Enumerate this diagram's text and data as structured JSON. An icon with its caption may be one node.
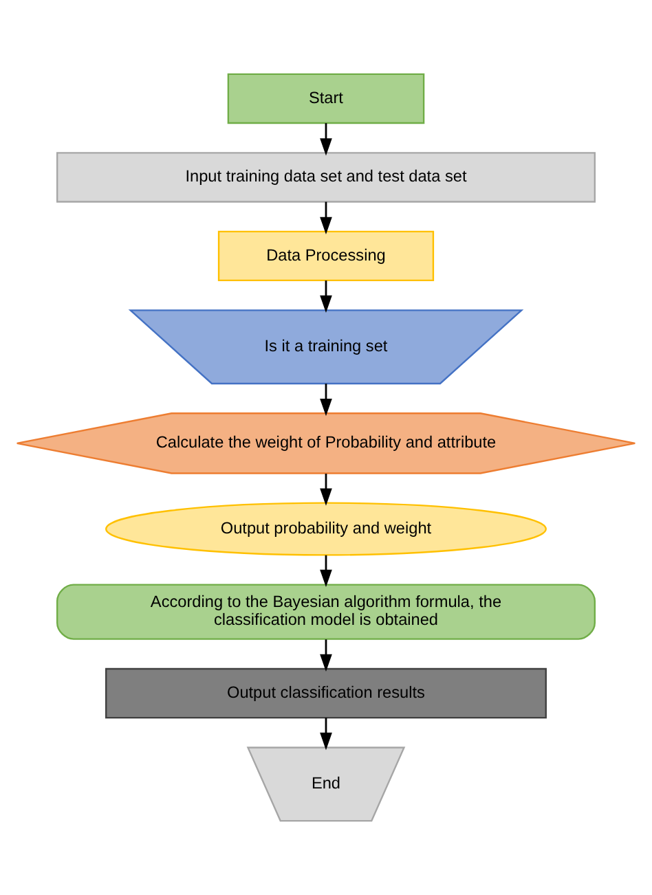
{
  "diagram": {
    "nodes": [
      {
        "text": [
          "Start"
        ]
      },
      {
        "text": [
          "Input training data set and test data set"
        ]
      },
      {
        "text": [
          "Data Processing"
        ]
      },
      {
        "text": [
          "Is it a training set"
        ]
      },
      {
        "text": [
          "Calculate the weight of Probability and attribute"
        ]
      },
      {
        "text": [
          "Output probability and weight"
        ]
      },
      {
        "text": [
          "According to the Bayesian algorithm formula, the classification model is obtained"
        ]
      },
      {
        "text": [
          "Output classification results"
        ]
      },
      {
        "text": [
          "End"
        ]
      }
    ],
    "edges": [
      {
        "from": 0,
        "to": 1,
        "arrow": "to"
      },
      {
        "from": 1,
        "to": 2,
        "arrow": "to"
      },
      {
        "from": 2,
        "to": 3,
        "arrow": "to"
      },
      {
        "from": 3,
        "to": 4,
        "arrow": "to"
      },
      {
        "from": 4,
        "to": 5,
        "arrow": "to"
      },
      {
        "from": 5,
        "to": 6,
        "arrow": "to"
      },
      {
        "from": 6,
        "to": 7,
        "arrow": "to"
      },
      {
        "from": 7,
        "to": 8,
        "arrow": "to"
      }
    ]
  }
}
